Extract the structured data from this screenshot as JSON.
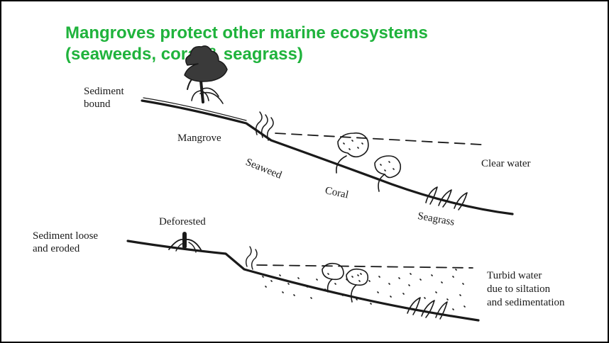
{
  "title": {
    "line1": "Mangroves protect other marine ecosystems",
    "line2": "(seaweeds, coral & seagrass)"
  },
  "top_diagram": {
    "sediment_line1": "Sediment",
    "sediment_line2": "bound",
    "mangrove": "Mangrove",
    "seaweed": "Seaweed",
    "coral": "Coral",
    "seagrass": "Seagrass",
    "clear_water": "Clear water"
  },
  "bottom_diagram": {
    "sediment_line1": "Sediment loose",
    "sediment_line2": "and eroded",
    "deforested": "Deforested",
    "turbid_line1": "Turbid water",
    "turbid_line2": "due to siltation",
    "turbid_line3": "and sedimentation"
  },
  "colors": {
    "title": "#1fb33c",
    "ink": "#1a1a1a"
  }
}
